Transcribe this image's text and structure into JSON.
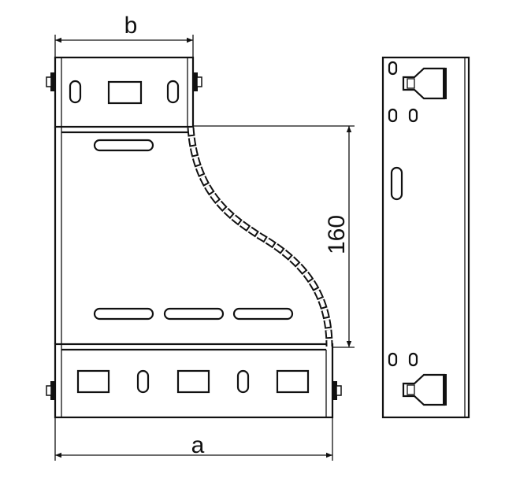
{
  "drawing": {
    "dimension_b_label": "b",
    "dimension_a_label": "a",
    "dimension_height_label": "160",
    "line_color": "#111111"
  }
}
